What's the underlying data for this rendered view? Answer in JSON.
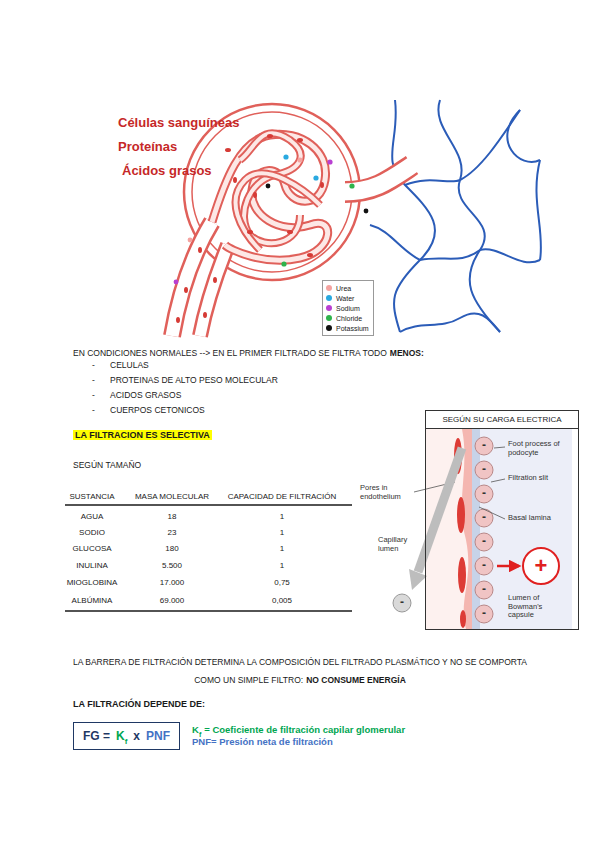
{
  "diagram": {
    "nodes": [
      {
        "text": [
          "SEGÚN SU CARGA ELECTRICA"
        ]
      },
      {
        "text": [
          "FG =",
          "K",
          "f",
          "x",
          "PNF"
        ]
      }
    ],
    "labels": [
      "Células sanguíneas",
      "Proteínas",
      "Ácidos grasos",
      "EN CONDICIONES NORMALES --> EN EL PRIMER FILTRADO SE FILTRA TODO",
      "MENOS:",
      "-",
      "CELULAS",
      "-",
      "PROTEINAS DE ALTO PESO MOLECULAR",
      "-",
      "ACIDOS GRASOS",
      "-",
      "CUERPOS CETONICOS",
      "LA FILTRACION ES SELECTIVA",
      "SEGÚN TAMAÑO",
      "SUSTANCIA",
      "MASA MOLECULAR",
      "CAPACIDAD DE FILTRACIÓN",
      "AGUA",
      "18",
      "1",
      "SODIO",
      "23",
      "1",
      "GLUCOSA",
      "180",
      "1",
      "INULINA",
      "5.500",
      "1",
      "MIOGLOBINA",
      "17.000",
      "0,75",
      "ALBÚMINA",
      "69.000",
      "0,005",
      "Foot process of podocyte",
      "Filtration slit",
      "Pores in endothelium",
      "Basal lamina",
      "Capillary lumen",
      "+",
      "Lumen of Bowman's capsule",
      "-",
      "-",
      "-",
      "-",
      "-",
      "-",
      "-",
      "-",
      "-",
      "LA BARRERA DE FILTRACIÓN DETERMINA LA COMPOSICIÓN DEL FILTRADO PLASMÁTICO Y NO SE COMPORTA COMO UN SIMPLE FILTRO:",
      "NO CONSUME ENERGÍA",
      "LA FILTRACIÓN DEPENDE DE:",
      "K",
      "f",
      "= Coeficiente de filtración capilar glomerular",
      "PNF= Presión neta de filtración"
    ],
    "legend": [
      {
        "text": "Urea",
        "color": "#f4a3a0"
      },
      {
        "text": "Water",
        "color": "#29a9e0"
      },
      {
        "text": "Sodium",
        "color": "#b93fd2"
      },
      {
        "text": "Chloride",
        "color": "#2fb34c"
      },
      {
        "text": "Potassium",
        "color": "#111111"
      }
    ]
  }
}
